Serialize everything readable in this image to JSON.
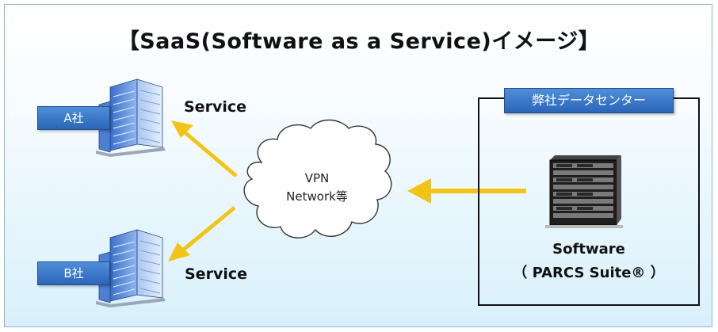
{
  "title": "【SaaS(Software as a Service)イメージ】",
  "companies": [
    {
      "label": "A社"
    },
    {
      "label": "B社"
    }
  ],
  "service_labels": [
    "Service",
    "Service"
  ],
  "cloud": {
    "line1": "VPN",
    "line2": "Network等"
  },
  "datacenter": {
    "label": "弊社データセンター",
    "software_line1": "Software",
    "software_line2": "（ PARCS Suite® ）"
  },
  "colors": {
    "arrow": "#f2c418",
    "label_blue": "#2f6fc4",
    "background_bottom": "#d8f0fb"
  },
  "icons": [
    "office-building-icon",
    "office-building-icon",
    "server-rack-icon",
    "cloud-icon"
  ]
}
